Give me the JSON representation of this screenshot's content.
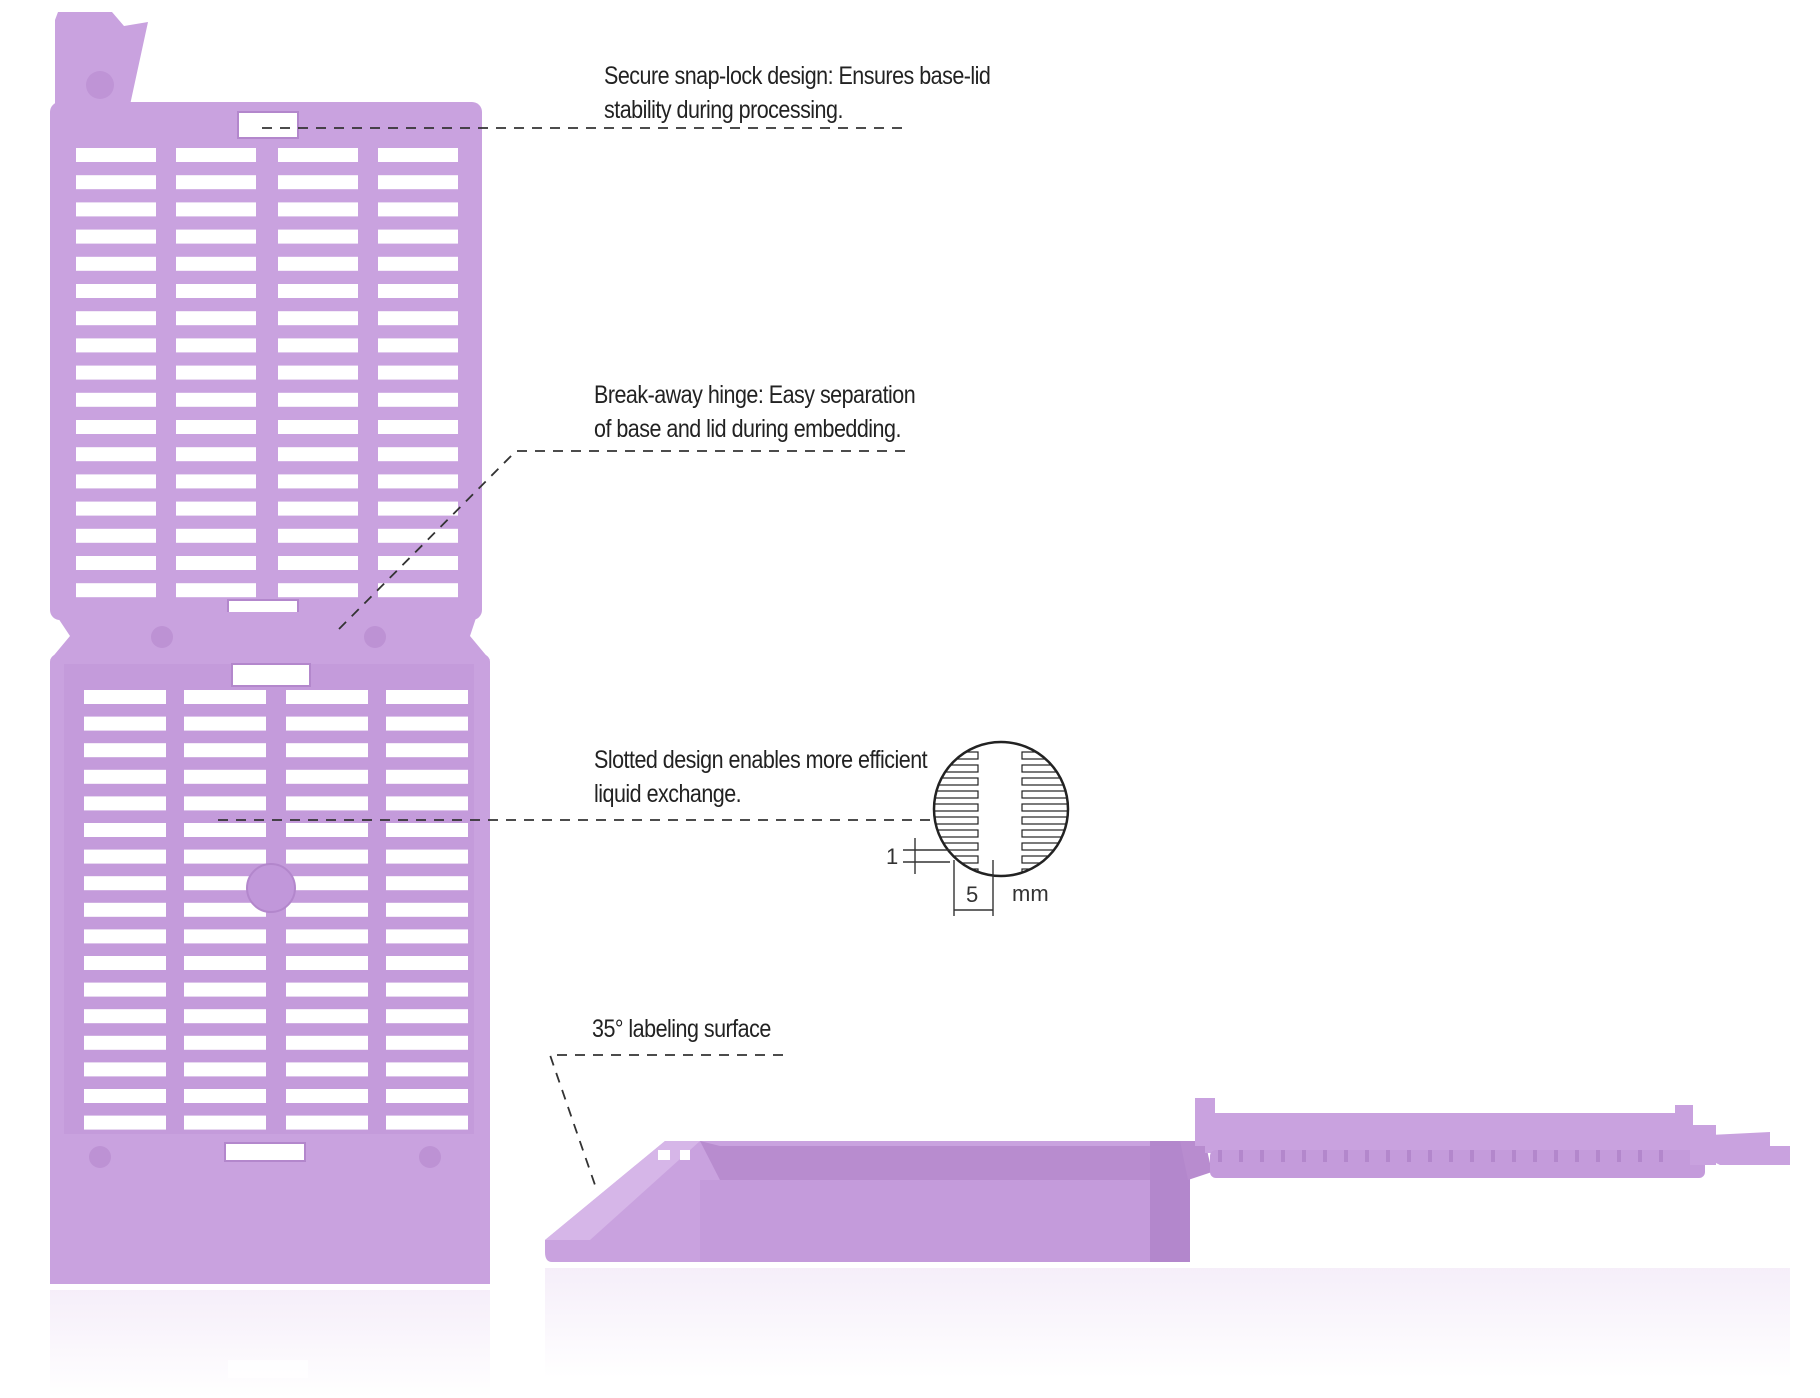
{
  "callouts": {
    "snap_lock": {
      "line1": "Secure snap-lock design: Ensures base-lid",
      "line2": "stability during processing."
    },
    "hinge": {
      "line1": "Break-away hinge: Easy separation",
      "line2": "of base and lid during embedding."
    },
    "slotted": {
      "line1": "Slotted design enables more efficient",
      "line2": "liquid exchange."
    },
    "labeling": {
      "line1": "35° labeling surface"
    }
  },
  "detail": {
    "dim_slot_width": "1",
    "dim_slot_length": "5",
    "unit": "mm"
  },
  "colors": {
    "cassette": "#c9a2df",
    "cassette_dark": "#b387cc",
    "cassette_light": "#dcc0ec",
    "line": "#333333"
  }
}
